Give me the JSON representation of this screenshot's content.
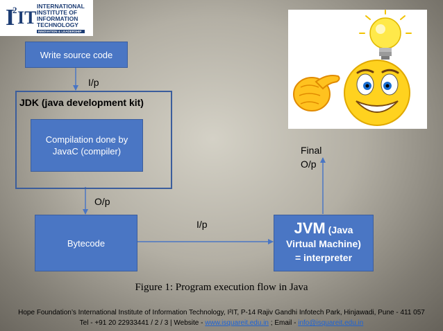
{
  "logo": {
    "mark": {
      "letter": "I",
      "superscript": "2",
      "suffix": "IT"
    },
    "lines": [
      "INTERNATIONAL",
      "INSTITUTE OF",
      "INFORMATION",
      "TECHNOLOGY"
    ],
    "tagline": "INNOVATION & LEADERSHIP"
  },
  "diagram": {
    "write_source": "Write source code",
    "jdk_title": "JDK (java development kit)",
    "compile_line1": "Compilation done by",
    "compile_line2": "JavaC (compiler)",
    "bytecode": "Bytecode",
    "jvm_big": "JVM",
    "jvm_small": " (Java",
    "jvm_line2": "Virtual Machine)",
    "jvm_line3": "= interpreter",
    "ip_label_1": "I/p",
    "op_label_1": "O/p",
    "ip_label_2": "I/p",
    "final_line1": "Final",
    "final_line2": "O/p"
  },
  "caption": "Figure 1: Program execution flow in Java",
  "footer": {
    "line1": "Hope Foundation’s International Institute of Information Technology, I²IT, P-14 Rajiv Gandhi Infotech Park, Hinjawadi, Pune - 411 057",
    "line2_prefix": "Tel - +91 20 22933441 / 2 / 3  |  Website - ",
    "website": "www.isquareit.edu.in",
    "line2_mid": " ; Email - ",
    "email": "info@isquareit.edu.in"
  },
  "colors": {
    "box_fill": "#4a76c4",
    "box_border": "#3b5d9c",
    "arrow": "#4a76c4",
    "logo_blue": "#1d3d74",
    "link": "#1f64d6"
  }
}
